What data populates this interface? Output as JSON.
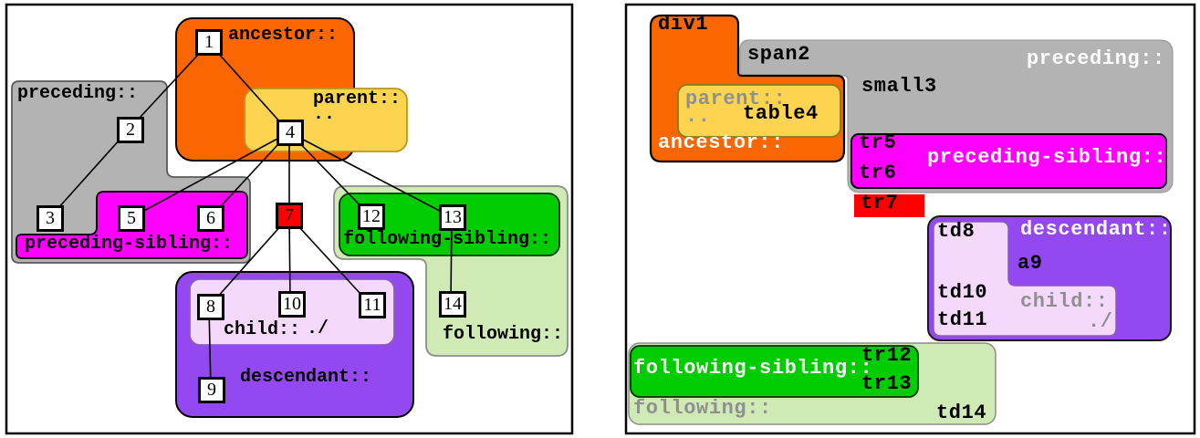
{
  "tree": {
    "labels": {
      "preceding": "preceding::",
      "ancestor": "ancestor::",
      "parent": "parent::",
      "parent_short": "..",
      "preceding_sibling": "preceding-sibling::",
      "following_sibling": "following-sibling::",
      "following": "following::",
      "child": "child::",
      "child_short": "./",
      "descendant": "descendant::"
    },
    "nodes": {
      "n1": "1",
      "n2": "2",
      "n3": "3",
      "n4": "4",
      "n5": "5",
      "n6": "6",
      "n7": "7",
      "n8": "8",
      "n9": "9",
      "n10": "10",
      "n11": "11",
      "n12": "12",
      "n13": "13",
      "n14": "14"
    }
  },
  "doc": {
    "labels": {
      "preceding": "preceding::",
      "ancestor": "ancestor::",
      "parent": "parent::",
      "parent_short": "..",
      "preceding_sibling": "preceding-sibling::",
      "following_sibling": "following-sibling::",
      "following": "following::",
      "child": "child::",
      "child_short": "./",
      "descendant": "descendant::"
    },
    "elements": {
      "e1": "div1",
      "e2": "span2",
      "e3": "small3",
      "e4": "table4",
      "e5": "tr5",
      "e6": "tr6",
      "e7": "tr7",
      "e8": "td8",
      "e9": "a9",
      "e10": "td10",
      "e11": "td11",
      "e12": "tr12",
      "e13": "tr13",
      "e14": "td14"
    }
  },
  "colors": {
    "ancestor": "#f96602",
    "parent": "#fcd44f",
    "preceding": "#b3b3b3",
    "preceding_sibling": "#ff00ff",
    "self": "#ff0000",
    "following_sibling": "#00cc00",
    "following": "#cfeab4",
    "descendant": "#9448f0",
    "child": "#f5d9fc",
    "line": "#000000",
    "panel_border": "#000000"
  }
}
